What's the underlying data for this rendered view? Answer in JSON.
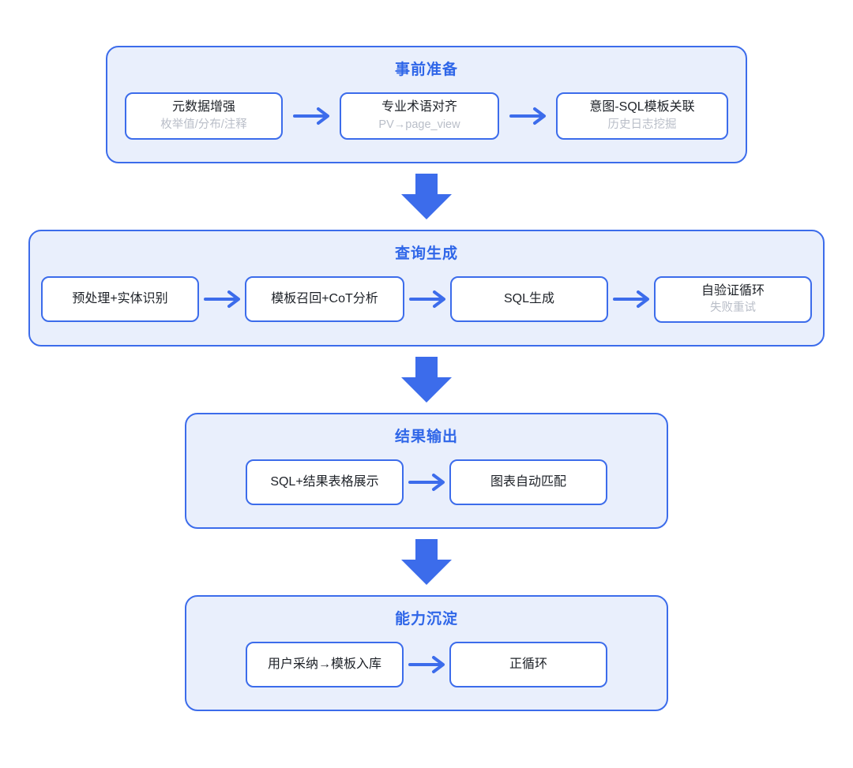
{
  "colors": {
    "accent": "#3c6ceb",
    "stage_fill": "#e9effc",
    "title_text": "#2f66e8",
    "step_fill": "#ffffff",
    "label_text": "#1d2127",
    "sublabel_text": "#b9bec8"
  },
  "stages": [
    {
      "title": "事前准备",
      "steps": [
        {
          "label": "元数据增强",
          "sublabel": "枚举值/分布/注释"
        },
        {
          "label": "专业术语对齐",
          "sublabel": "PV→page_view"
        },
        {
          "label": "意图-SQL模板关联",
          "sublabel": "历史日志挖掘"
        }
      ]
    },
    {
      "title": "查询生成",
      "steps": [
        {
          "label": "预处理+实体识别"
        },
        {
          "label": "模板召回+CoT分析"
        },
        {
          "label": "SQL生成"
        },
        {
          "label": "自验证循环",
          "sublabel": "失败重试"
        }
      ]
    },
    {
      "title": "结果输出",
      "steps": [
        {
          "label": "SQL+结果表格展示"
        },
        {
          "label": "图表自动匹配"
        }
      ]
    },
    {
      "title": "能力沉淀",
      "steps": [
        {
          "label": "用户采纳→模板入库"
        },
        {
          "label": "正循环"
        }
      ]
    }
  ]
}
